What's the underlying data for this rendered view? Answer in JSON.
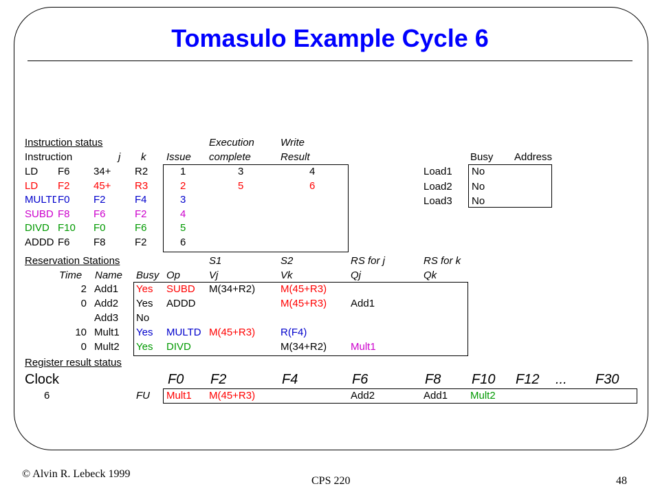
{
  "slide": {
    "title": "Tomasulo Example Cycle 6",
    "footer_left": "© Alvin R. Lebeck 1999",
    "footer_center": "CPS 220",
    "page_number": "48"
  },
  "colors": {
    "title": "#0000ff",
    "red": "#ff0000",
    "blue": "#0000cc",
    "magenta": "#cc00cc",
    "green": "#009900"
  },
  "instruction_status": {
    "heading": "Instruction status",
    "header_execution": "Execution",
    "header_write": "Write",
    "col_instruction": "Instruction",
    "col_j": "j",
    "col_k": "k",
    "col_issue": "Issue",
    "col_complete": "complete",
    "col_result": "Result",
    "rows": [
      {
        "op": "LD",
        "dest": "F6",
        "j": "34+",
        "k": "R2",
        "issue": "1",
        "complete": "3",
        "result": "4"
      },
      {
        "op": "LD",
        "dest": "F2",
        "j": "45+",
        "k": "R3",
        "issue": "2",
        "complete": "5",
        "result": "6"
      },
      {
        "op": "MULTD",
        "dest": "F0",
        "j": "F2",
        "k": "F4",
        "issue": "3",
        "complete": "",
        "result": ""
      },
      {
        "op": "SUBD",
        "dest": "F8",
        "j": "F6",
        "k": "F2",
        "issue": "4",
        "complete": "",
        "result": ""
      },
      {
        "op": "DIVD",
        "dest": "F10",
        "j": "F0",
        "k": "F6",
        "issue": "5",
        "complete": "",
        "result": ""
      },
      {
        "op": "ADDD",
        "dest": "F6",
        "j": "F8",
        "k": "F2",
        "issue": "6",
        "complete": "",
        "result": ""
      }
    ]
  },
  "load_buffers": {
    "col_busy": "Busy",
    "col_address": "Address",
    "rows": [
      {
        "name": "Load1",
        "busy": "No",
        "address": ""
      },
      {
        "name": "Load2",
        "busy": "No",
        "address": ""
      },
      {
        "name": "Load3",
        "busy": "No",
        "address": ""
      }
    ]
  },
  "reservation_stations": {
    "heading": "Reservation Stations",
    "col_s1": "S1",
    "col_s2": "S2",
    "col_rsj": "RS for j",
    "col_rsk": "RS for k",
    "col_time": "Time",
    "col_name": "Name",
    "col_busy": "Busy",
    "col_op": "Op",
    "col_vj": "Vj",
    "col_vk": "Vk",
    "col_qj": "Qj",
    "col_qk": "Qk",
    "rows": [
      {
        "time": "2",
        "name": "Add1",
        "busy": "Yes",
        "op": "SUBD",
        "vj": "M(34+R2)",
        "vk": "M(45+R3)",
        "qj": "",
        "qk": ""
      },
      {
        "time": "0",
        "name": "Add2",
        "busy": "Yes",
        "op": "ADDD",
        "vj": "",
        "vk": "M(45+R3)",
        "qj": "Add1",
        "qk": ""
      },
      {
        "time": "",
        "name": "Add3",
        "busy": "No",
        "op": "",
        "vj": "",
        "vk": "",
        "qj": "",
        "qk": ""
      },
      {
        "time": "10",
        "name": "Mult1",
        "busy": "Yes",
        "op": "MULTD",
        "vj": "M(45+R3)",
        "vk": "R(F4)",
        "qj": "",
        "qk": ""
      },
      {
        "time": "0",
        "name": "Mult2",
        "busy": "Yes",
        "op": "DIVD",
        "vj": "",
        "vk": "M(34+R2)",
        "qj": "Mult1",
        "qk": ""
      }
    ]
  },
  "register_status": {
    "heading": "Register result status",
    "clock_label": "Clock",
    "clock_value": "6",
    "fu_label": "FU",
    "registers": [
      "F0",
      "F2",
      "F4",
      "F6",
      "F8",
      "F10",
      "F12",
      "...",
      "F30"
    ],
    "values": [
      "Mult1",
      "M(45+R3)",
      "",
      "Add2",
      "Add1",
      "Mult2",
      "",
      "",
      ""
    ]
  }
}
